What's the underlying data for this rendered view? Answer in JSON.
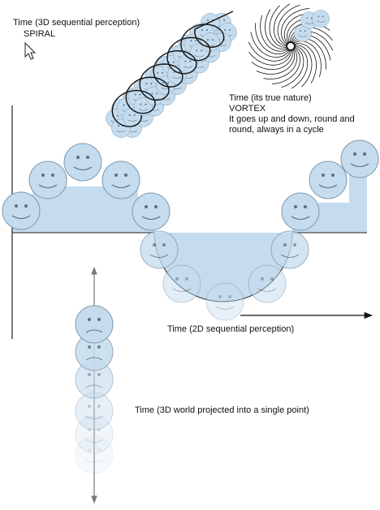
{
  "labels": {
    "spiral_title": "Time (3D sequential perception)",
    "spiral_sub": "SPIRAL",
    "vortex_title": "Time (its true nature)",
    "vortex_sub": "VORTEX",
    "vortex_desc": "It goes up and down, round and round, always in a cycle",
    "time_2d": "Time (2D sequential perception)",
    "time_point": "Time (3D world projected into a single point)"
  },
  "colors": {
    "face_fill": "#c4dcee",
    "face_stroke": "#7f98ad",
    "area_fill": "#c4dcee",
    "line": "#222222",
    "arrow_gray": "#777777"
  },
  "icons": {
    "cursor": "mouse-pointer-icon",
    "face": "smiley-face-icon"
  }
}
